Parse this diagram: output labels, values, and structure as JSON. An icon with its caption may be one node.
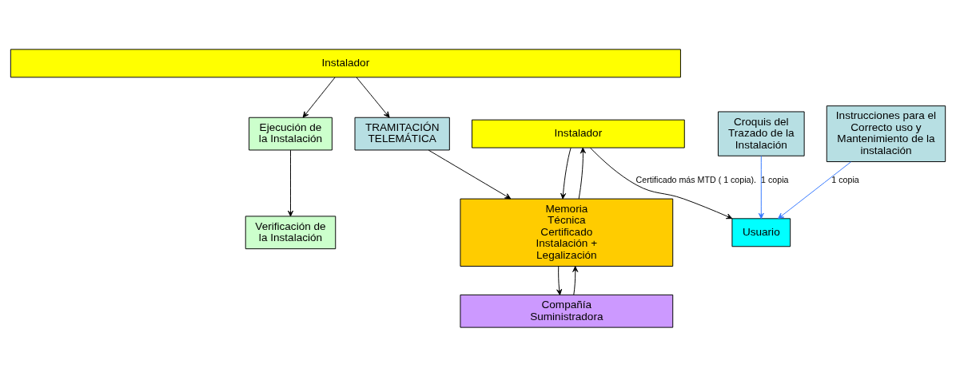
{
  "diagram": {
    "nodes": [
      {
        "text": [
          "Instalador"
        ]
      },
      {
        "text": [
          "Ejecución de la Instalación"
        ]
      },
      {
        "text": [
          "Verificación de la Instalación"
        ]
      },
      {
        "text": [
          "TRAMITACIÓN TELEMÁTICA"
        ]
      },
      {
        "text": [
          "Instalador"
        ]
      },
      {
        "text": [
          "Memoria Técnica Certificado Instalación + Legalización"
        ]
      },
      {
        "text": [
          "Compañía Suministradora"
        ]
      },
      {
        "text": [
          "Croquis del Trazado de la Instalación"
        ]
      },
      {
        "text": [
          "Instrucciones para el Correcto uso y Mantenimiento de la instalación"
        ]
      },
      {
        "text": [
          "Usuario"
        ]
      }
    ],
    "edges": [
      {
        "from": 0,
        "to": 1,
        "arrow": "to"
      },
      {
        "from": 0,
        "to": 3,
        "arrow": "to"
      },
      {
        "from": 1,
        "to": 2,
        "arrow": "to"
      },
      {
        "from": 3,
        "to": 5,
        "arrow": "to"
      },
      {
        "from": 4,
        "to": 5,
        "arrow": "to"
      },
      {
        "from": 5,
        "to": 4,
        "arrow": "to"
      },
      {
        "from": 6,
        "to": 5,
        "arrow": "to"
      },
      {
        "from": 5,
        "to": 6,
        "arrow": "to"
      },
      {
        "from": 4,
        "to": 9,
        "arrow": "to",
        "label": "Certificado más MTD ( 1 copia)."
      },
      {
        "from": 7,
        "to": 9,
        "arrow": "to",
        "label": "1 copia",
        "color": "#3377ff"
      },
      {
        "from": 8,
        "to": 9,
        "arrow": "to",
        "label": "1 copia",
        "color": "#3377ff"
      }
    ]
  }
}
